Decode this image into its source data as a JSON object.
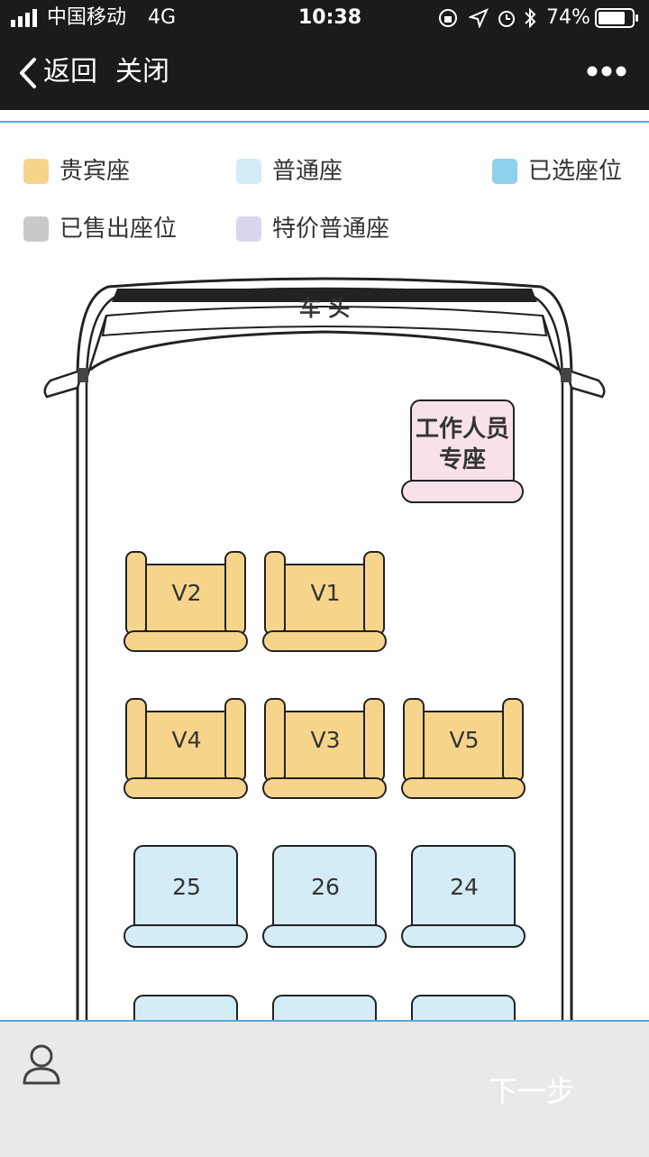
{
  "status_bar": {
    "carrier": "中国移动",
    "network": "4G",
    "time": "10:38",
    "battery": "74%"
  },
  "nav": {
    "back_label": "返回",
    "close_label": "关闭"
  },
  "legend": {
    "vip": "贵宾座",
    "normal": "普通座",
    "selected": "已选座位",
    "sold": "已售出座位",
    "special": "特价普通座"
  },
  "bus": {
    "front_label": "车 头",
    "staff_seat_line1": "工作人员",
    "staff_seat_line2": "专座"
  },
  "seats": {
    "v2": "V2",
    "v1": "V1",
    "v4": "V4",
    "v3": "V3",
    "v5": "V5",
    "s25": "25",
    "s26": "26",
    "s24": "24"
  },
  "bottom": {
    "next_label": "下一步"
  },
  "colors": {
    "vip": "#f7d48b",
    "normal": "#d3ecf6",
    "selected": "#8fd0ea",
    "sold": "#c9c9c9",
    "special": "#d9d6ee",
    "staff": "#f8e1ea",
    "accent": "#58a8d8"
  },
  "icons": {
    "back": "chevron-left-icon",
    "more": "more-dots-icon",
    "user": "user-icon"
  }
}
